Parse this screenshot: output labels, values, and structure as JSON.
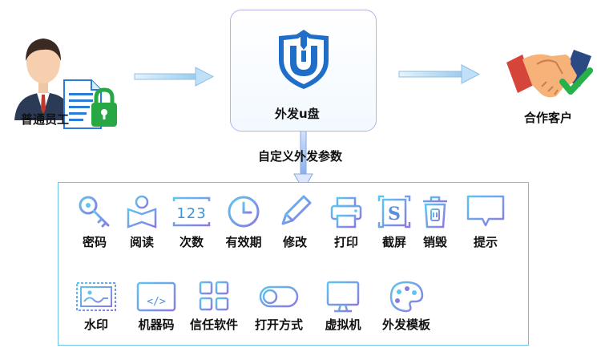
{
  "left_actor": {
    "label": "普通员工"
  },
  "center": {
    "label": "外发u盘"
  },
  "right_actor": {
    "label": "合作客户"
  },
  "params_title": "自定义外发参数",
  "params": {
    "row1": [
      {
        "label": "密码",
        "icon": "key-icon"
      },
      {
        "label": "阅读",
        "icon": "reader-icon"
      },
      {
        "label": "次数",
        "icon": "count-123-icon"
      },
      {
        "label": "有效期",
        "icon": "clock-icon"
      },
      {
        "label": "修改",
        "icon": "pencil-icon"
      },
      {
        "label": "打印",
        "icon": "printer-icon"
      },
      {
        "label": "截屏",
        "icon": "screenshot-icon"
      },
      {
        "label": "销毁",
        "icon": "trash-icon"
      },
      {
        "label": "提示",
        "icon": "message-icon"
      }
    ],
    "row2": [
      {
        "label": "水印",
        "icon": "watermark-icon"
      },
      {
        "label": "机器码",
        "icon": "code-window-icon"
      },
      {
        "label": "信任软件",
        "icon": "apps-grid-icon"
      },
      {
        "label": "打开方式",
        "icon": "toggle-icon"
      },
      {
        "label": "虚拟机",
        "icon": "monitor-icon"
      },
      {
        "label": "外发模板",
        "icon": "palette-icon"
      }
    ]
  },
  "colors": {
    "accent_blue": "#2a8fe0",
    "shield_blue": "#1f6fc9",
    "box_border": "#6cc3e8",
    "lock_green": "#27a844"
  }
}
